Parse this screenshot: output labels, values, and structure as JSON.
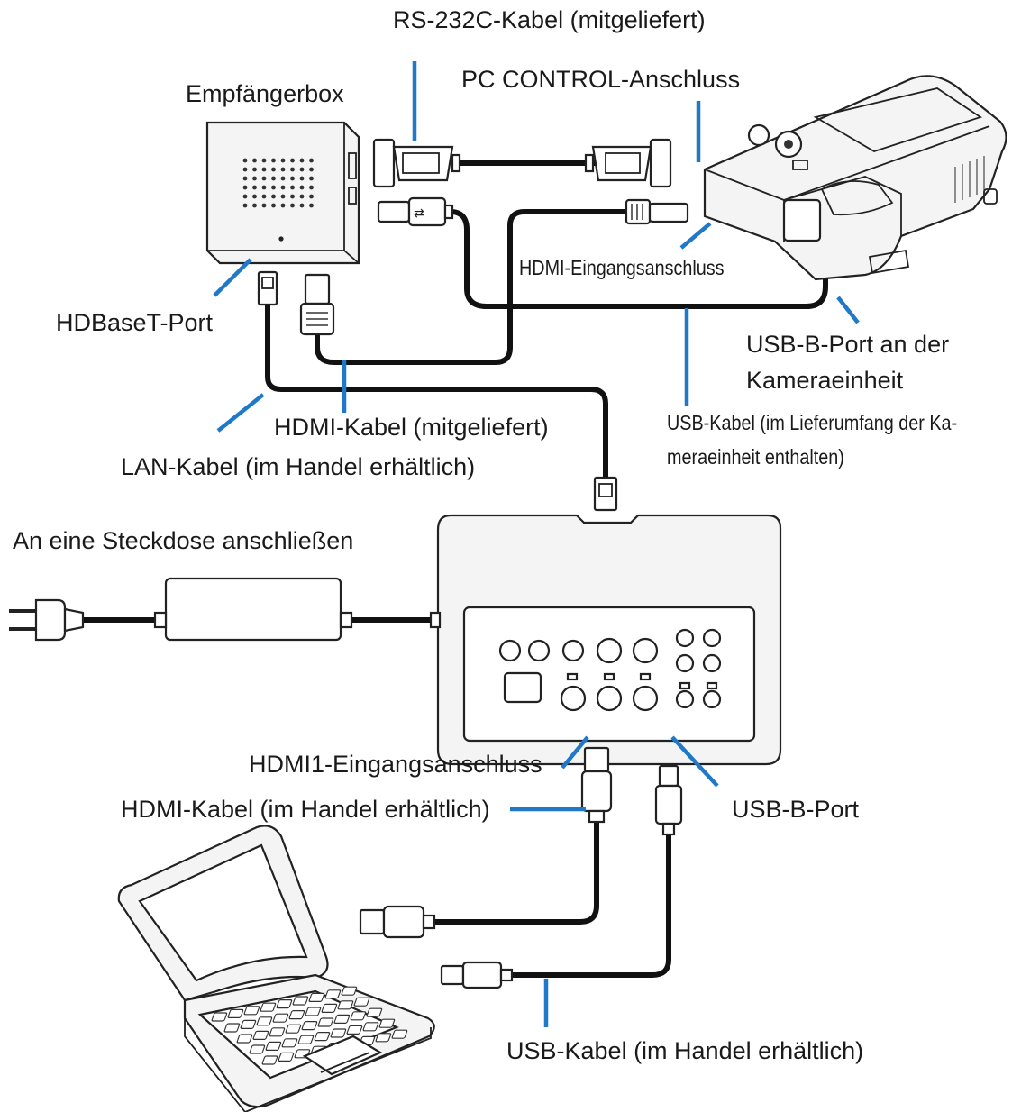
{
  "labels": {
    "rs232c_cable": "RS-232C-Kabel (mitgeliefert)",
    "pc_control_port": "PC CONTROL-Anschluss",
    "receiver_box": "Empfängerbox",
    "hdmi_input_port": "HDMI-Eingangsanschluss",
    "hdbaset_port": "HDBaseT-Port",
    "usb_b_port_camera_line1": "USB-B-Port an der",
    "usb_b_port_camera_line2": "Kameraeinheit",
    "hdmi_cable_supplied": "HDMI-Kabel (mitgeliefert)",
    "usb_cable_camera_line1": "USB-Kabel (im Lieferumfang der Ka-",
    "usb_cable_camera_line2": "meraeinheit enthalten)",
    "lan_cable": "LAN-Kabel (im Handel erhältlich)",
    "power_outlet": "An eine Steckdose anschließen",
    "hdmi1_input_port": "HDMI1-Eingangsanschluss",
    "hdmi_cable_commercial": "HDMI-Kabel (im Handel erhältlich)",
    "usb_b_port": "USB-B-Port",
    "usb_cable_commercial": "USB-Kabel (im Handel erhältlich)"
  },
  "colors": {
    "leader_lines": "#1f78c8",
    "cables": "#111111",
    "outlines": "#222222",
    "background": "#ffffff"
  },
  "icons": [
    "receiver-box-icon",
    "projector-icon",
    "switcher-box-icon",
    "power-adapter-icon",
    "laptop-icon",
    "rs232c-connector-icon",
    "hdmi-connector-icon",
    "usb-connector-icon",
    "lan-connector-icon",
    "power-plug-icon"
  ]
}
